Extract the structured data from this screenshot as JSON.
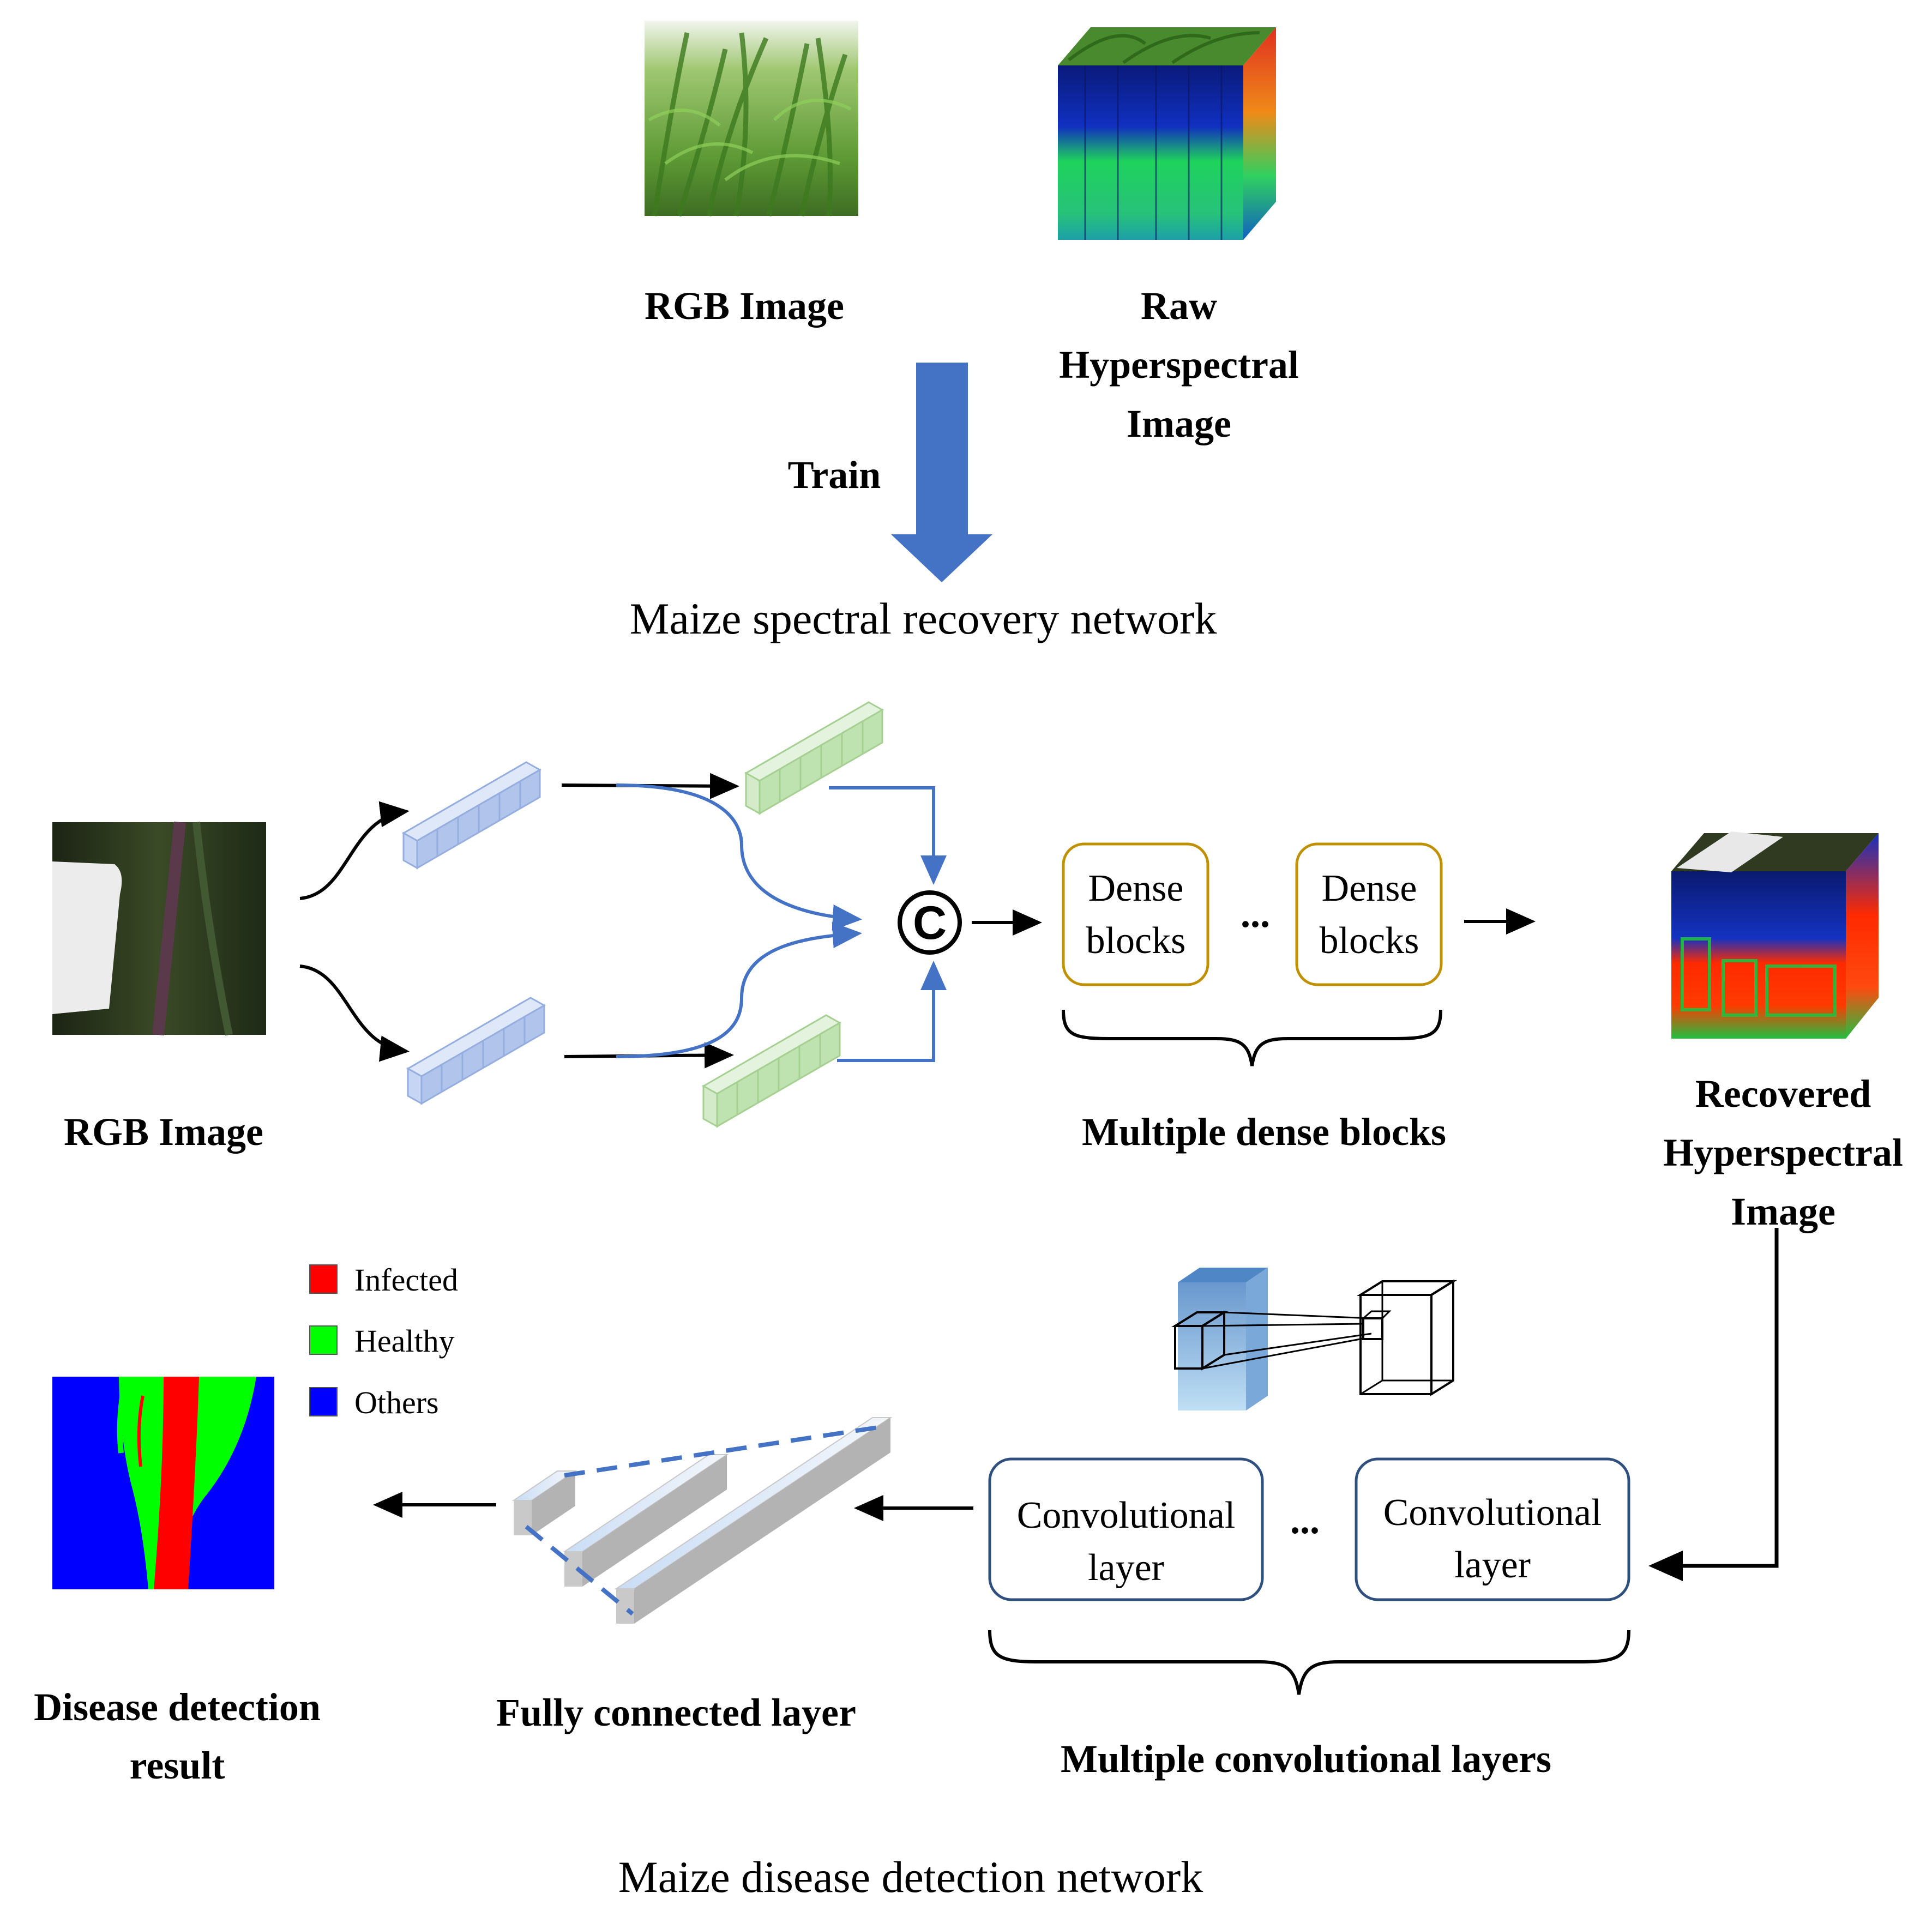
{
  "top": {
    "rgb_label": "RGB Image",
    "raw_hsi_label": [
      "Raw",
      "Hyperspectral",
      "Image"
    ],
    "train_label": "Train",
    "network_title": "Maize spectral recovery network"
  },
  "recovery": {
    "input_label": "RGB Image",
    "concat_symbol": "C",
    "dense_block": [
      "Dense",
      "blocks"
    ],
    "ellipsis": "...",
    "dense_caption": "Multiple dense blocks",
    "output_label": [
      "Recovered",
      "Hyperspectral",
      "Image"
    ]
  },
  "detection": {
    "legend": [
      {
        "label": "Infected",
        "color": "#ff0000"
      },
      {
        "label": "Healthy",
        "color": "#00ff00"
      },
      {
        "label": "Others",
        "color": "#0000ff"
      }
    ],
    "result_label": [
      "Disease detection",
      "result"
    ],
    "fc_label": "Fully connected layer",
    "conv_layer": [
      "Convolutional",
      "layer"
    ],
    "ellipsis": "...",
    "conv_caption": "Multiple convolutional layers",
    "network_title": "Maize disease detection network"
  },
  "colors": {
    "flow_arrow": "#4472c4",
    "dense_border": "#bf9000",
    "conv_border": "#2f4f7f",
    "feature_blue": "#a9bfea",
    "feature_green": "#b9e0a8"
  },
  "icons": [
    "maize-photo",
    "hyperspectral-cube-icon",
    "concat-icon",
    "leaf-photo",
    "conv-kernel-icon",
    "fc-bars-icon",
    "segmentation-map"
  ]
}
